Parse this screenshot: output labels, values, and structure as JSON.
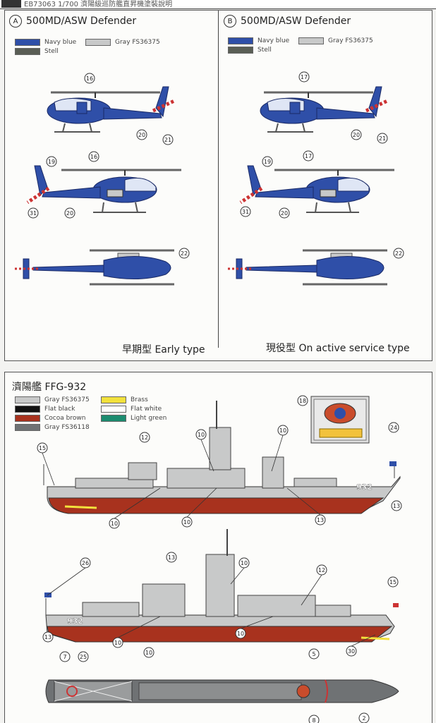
{
  "header_strip": {
    "text": "EB73063 1/700 濟陽級巡防艦直昇機塗裝說明"
  },
  "top": {
    "variant_a": {
      "letter": "A",
      "title": "500MD/ASW Defender",
      "caption": "早期型 Early type"
    },
    "variant_b": {
      "letter": "B",
      "title": "500MD/ASW Defender",
      "caption": "現役型 On active service type"
    },
    "legend": [
      {
        "label": "Navy blue",
        "color": "#2f4fa8"
      },
      {
        "label": "Gray FS36375",
        "color": "#c8c9c9"
      },
      {
        "label": "Stell",
        "color": "#5a5e55"
      }
    ],
    "callouts_a": [
      "16",
      "20",
      "21",
      "19",
      "16",
      "31",
      "20",
      "22"
    ],
    "callouts_b": [
      "17",
      "20",
      "21",
      "19",
      "17",
      "31",
      "20",
      "22"
    ]
  },
  "bottom": {
    "title": "濟陽艦 FFG-932",
    "legend_left": [
      {
        "label": "Gray FS36375",
        "color": "#c8c9c9"
      },
      {
        "label": "Flat black",
        "color": "#111111"
      },
      {
        "label": "Cocoa brown",
        "color": "#a8321e"
      },
      {
        "label": "Gray FS36118",
        "color": "#6f7274"
      }
    ],
    "legend_right": [
      {
        "label": "Brass",
        "color": "#f2e13c"
      },
      {
        "label": "Flat white",
        "color": "#ffffff"
      },
      {
        "label": "Light green",
        "color": "#1c8c70"
      }
    ],
    "hull_number": "932",
    "callouts": {
      "c18": "18",
      "c24": "24",
      "c15a": "15",
      "c12a": "12",
      "c10a": "10",
      "c10b": "10",
      "c13a": "13",
      "c10c": "10",
      "c10d": "10",
      "c13b": "13",
      "c26": "26",
      "c13c": "13",
      "c10e": "10",
      "c12b": "12",
      "c15b": "15",
      "c13d": "13",
      "c10f": "10",
      "c10g": "10",
      "c10h": "10",
      "c30": "30",
      "c7": "7",
      "c25": "25",
      "c5": "5",
      "c2": "2",
      "c8": "8"
    }
  }
}
